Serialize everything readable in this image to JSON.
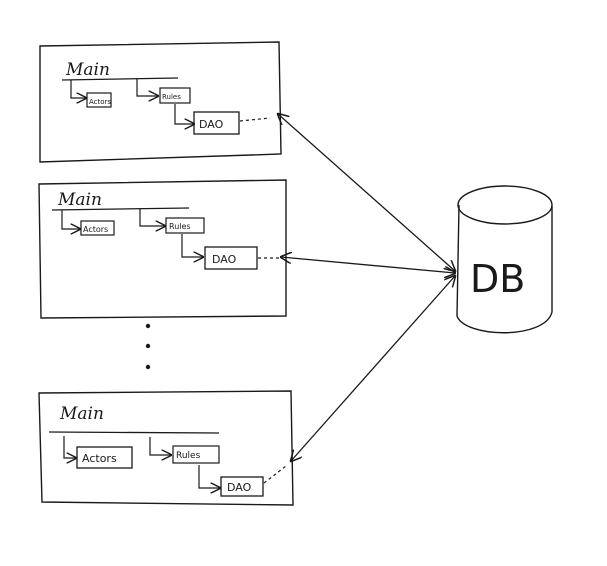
{
  "diagram": {
    "database": {
      "label": "DB"
    },
    "instances": [
      {
        "main_label": "Main",
        "components": [
          {
            "role": "actors",
            "label": "Actors"
          },
          {
            "role": "rules",
            "label": "Rules"
          },
          {
            "role": "dao",
            "label": "DAO"
          }
        ]
      },
      {
        "main_label": "Main",
        "components": [
          {
            "role": "actors",
            "label": "Actors"
          },
          {
            "role": "rules",
            "label": "Rules"
          },
          {
            "role": "dao",
            "label": "DAO"
          }
        ]
      },
      {
        "main_label": "Main",
        "components": [
          {
            "role": "actors",
            "label": "Actors"
          },
          {
            "role": "rules",
            "label": "Rules"
          },
          {
            "role": "dao",
            "label": "DAO"
          }
        ]
      }
    ],
    "colors": {
      "ink": "#1a1a1a",
      "paper": "#ffffff"
    }
  }
}
